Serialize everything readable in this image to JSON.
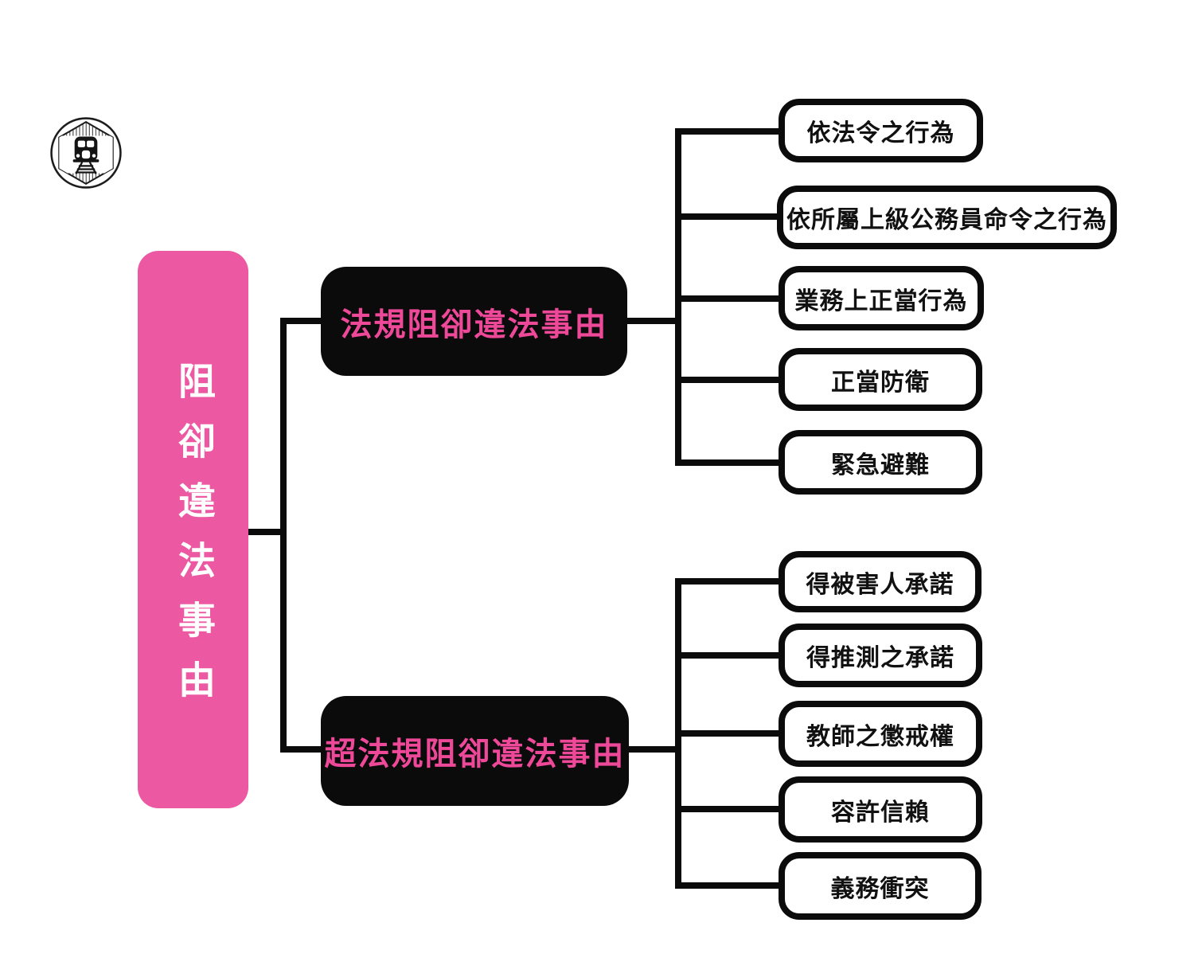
{
  "title": "阻卻違法事由",
  "colors": {
    "root_fill": "#ec58a1",
    "root_text": "#ffffff",
    "branch_fill": "#0b0b0b",
    "branch_text": "#ee4899",
    "leaf_border": "#0b0b0b",
    "leaf_text": "#111111",
    "connector": "#0b0b0b",
    "background": "#ffffff"
  },
  "logo": {
    "icon": "train-hexagon-emblem-icon"
  },
  "root": {
    "label": "阻卻違法事由"
  },
  "branches": [
    {
      "label": "法規阻卻違法事由",
      "children": [
        "依法令之行為",
        "依所屬上級公務員命令之行為",
        "業務上正當行為",
        "正當防衛",
        "緊急避難"
      ]
    },
    {
      "label": "超法規阻卻違法事由",
      "children": [
        "得被害人承諾",
        "得推測之承諾",
        "教師之懲戒權",
        "容許信賴",
        "義務衝突"
      ]
    }
  ]
}
